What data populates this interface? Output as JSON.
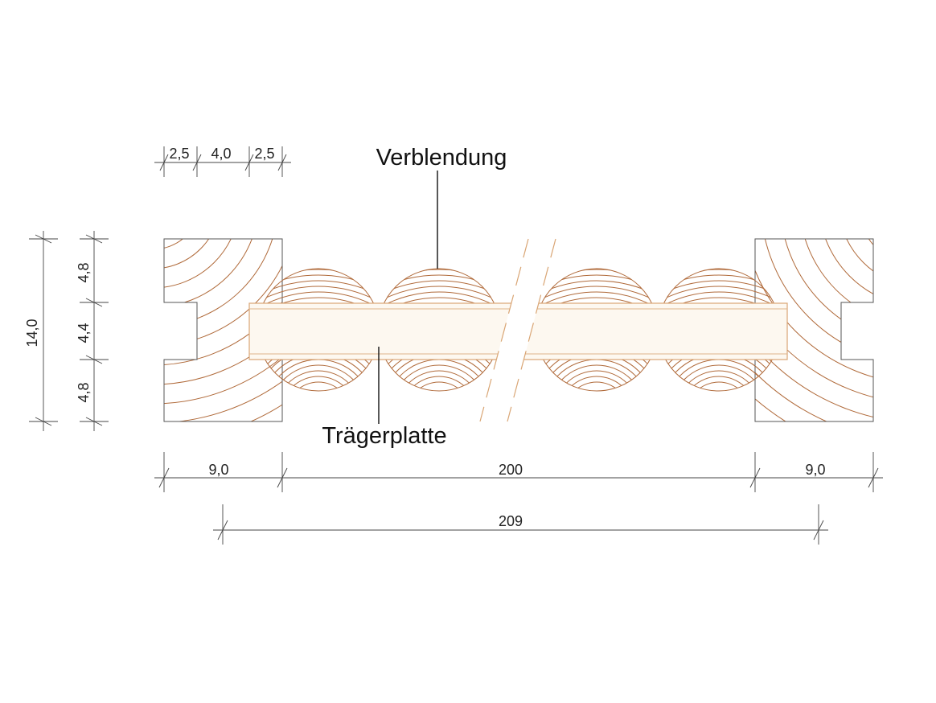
{
  "labels": {
    "facing": "Verblendung",
    "carrier_board": "Trägerplatte"
  },
  "dimensions": {
    "top_segments": [
      "2,5",
      "4,0",
      "2,5"
    ],
    "total_height": "14,0",
    "height_segments": [
      "4,8",
      "4,4",
      "4,8"
    ],
    "bottom_segments": [
      "9,0",
      "200",
      "9,0"
    ],
    "overall_width": "209"
  },
  "colors": {
    "wood_grain": "#b06a3a",
    "board_fill": "#fdf8f0",
    "board_edge": "#d9a574",
    "outline": "#555555",
    "dimension_line": "#444444"
  }
}
